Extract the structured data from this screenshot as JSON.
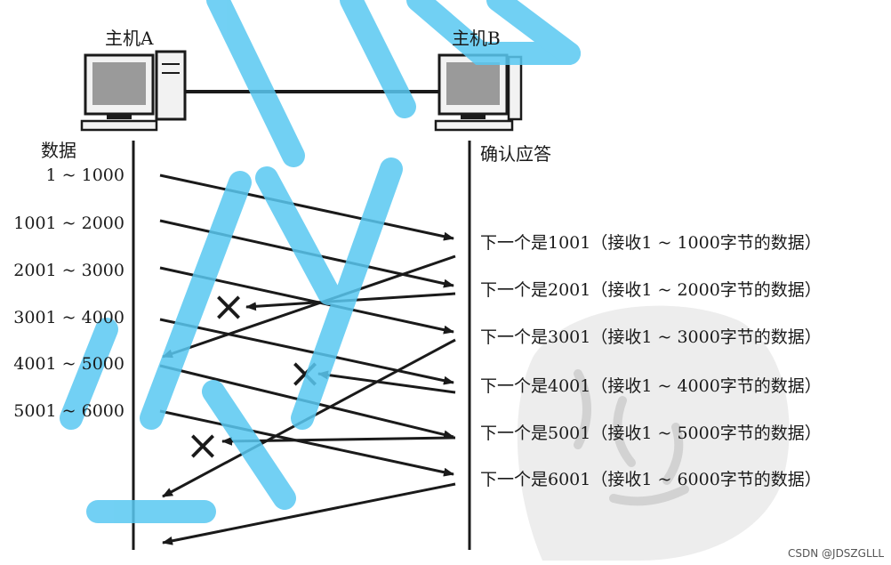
{
  "host_a": {
    "label": "主机A",
    "icon": "computer-icon"
  },
  "host_b": {
    "label": "主机B",
    "icon": "computer-icon"
  },
  "sender_header": "数据",
  "receiver_header": "确认应答",
  "segments": [
    {
      "label": "1 ~ 1000",
      "lost": false
    },
    {
      "label": "1001 ~ 2000",
      "lost": false
    },
    {
      "label": "2001 ~ 3000",
      "lost": false
    },
    {
      "label": "3001 ~ 4000",
      "lost": false
    },
    {
      "label": "4001 ~ 5000",
      "lost": false
    },
    {
      "label": "5001 ~ 6000",
      "lost": false
    }
  ],
  "acks": [
    {
      "label": "下一个是1001（接收1 ~ 1000字节的数据）",
      "lost": false
    },
    {
      "label": "下一个是2001（接收1 ~ 2000字节的数据）",
      "lost": true
    },
    {
      "label": "下一个是3001（接收1 ~ 3000字节的数据）",
      "lost": false
    },
    {
      "label": "下一个是4001（接收1 ~ 4000字节的数据）",
      "lost": true
    },
    {
      "label": "下一个是5001（接收1 ~ 5000字节的数据）",
      "lost": false
    },
    {
      "label": "下一个是6001（接收1 ~ 6000字节的数据）",
      "lost": false
    }
  ],
  "loss_marker": "×",
  "credit": "CSDN @JDSZGLLL",
  "colors": {
    "ink": "#1a1a1a",
    "watermark": "#59c8f2",
    "seal": "#e3e3e3"
  }
}
